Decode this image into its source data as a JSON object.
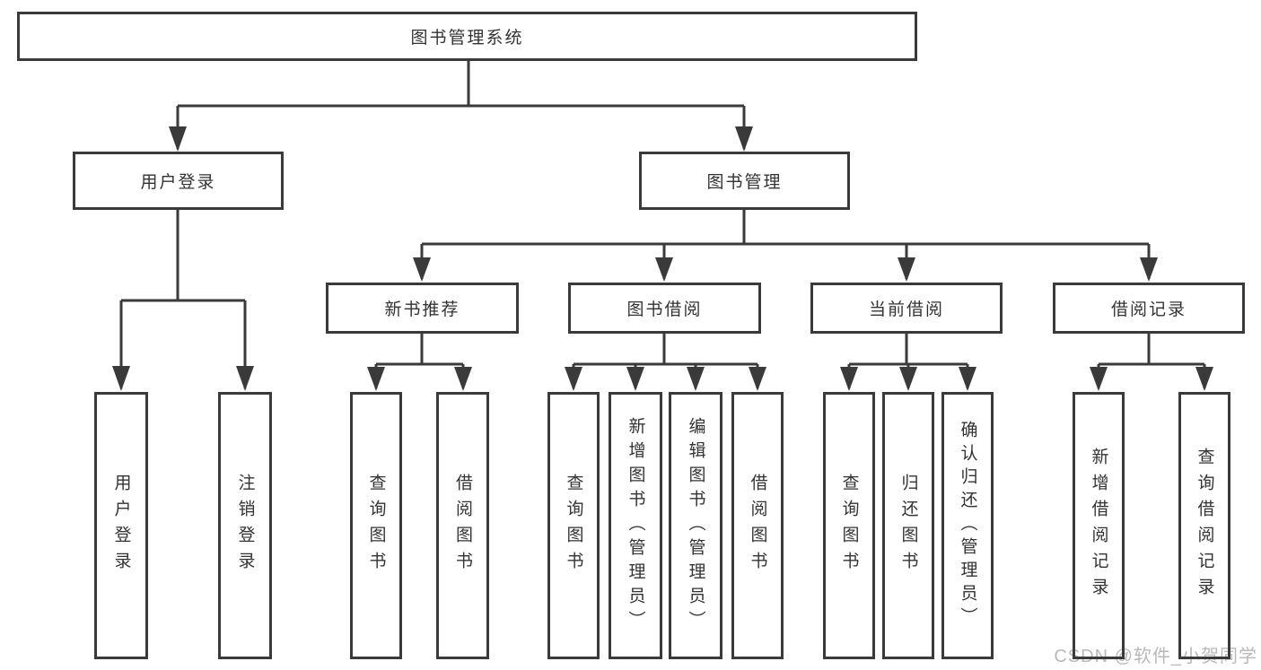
{
  "diagram_title": "图书管理系统",
  "tree": {
    "label": "图书管理系统",
    "children": [
      {
        "label": "用户登录",
        "children": [
          {
            "label": "用户登录"
          },
          {
            "label": "注销登录"
          }
        ]
      },
      {
        "label": "图书管理",
        "children": [
          {
            "label": "新书推荐",
            "children": [
              {
                "label": "查询图书"
              },
              {
                "label": "借阅图书"
              }
            ]
          },
          {
            "label": "图书借阅",
            "children": [
              {
                "label": "查询图书"
              },
              {
                "label": "新增图书（管理员）"
              },
              {
                "label": "编辑图书（管理员）"
              },
              {
                "label": "借阅图书"
              }
            ]
          },
          {
            "label": "当前借阅",
            "children": [
              {
                "label": "查询图书"
              },
              {
                "label": "归还图书"
              },
              {
                "label": "确认归还（管理员）"
              }
            ]
          },
          {
            "label": "借阅记录",
            "children": [
              {
                "label": "新增借阅记录"
              },
              {
                "label": "查询借阅记录"
              }
            ]
          }
        ]
      }
    ]
  },
  "watermark": {
    "text": "CSDN @软件_小贺同学"
  },
  "colors": {
    "line": "#3a3a3a",
    "text": "#333333",
    "watermark": "#b9b9b9",
    "background": "#ffffff"
  }
}
